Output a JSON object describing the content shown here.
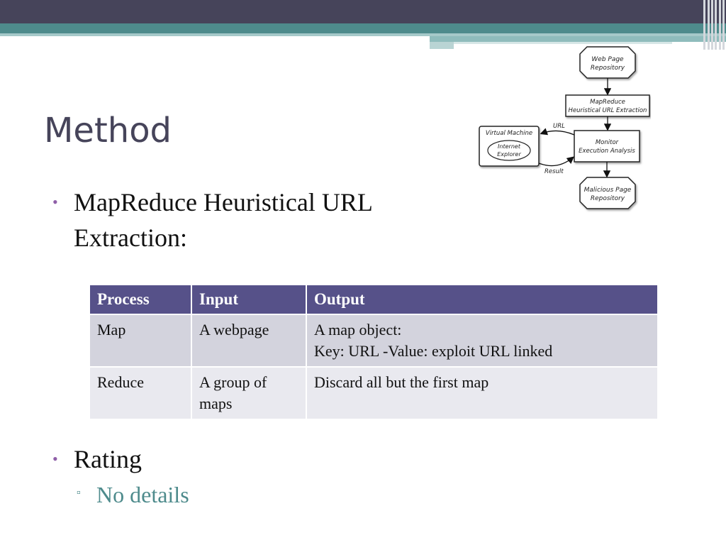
{
  "slide": {
    "title": "Method",
    "bullets": [
      {
        "text": "MapReduce Heuristical URL Extraction:"
      },
      {
        "text": "Rating",
        "sub": [
          "No details"
        ]
      }
    ]
  },
  "table": {
    "headers": [
      "Process",
      "Input",
      "Output"
    ],
    "rows": [
      {
        "process": "Map",
        "input": "A webpage",
        "output_line1": "A map object:",
        "output_line2": "Key: URL -Value: exploit URL linked"
      },
      {
        "process": "Reduce",
        "input": "A group of maps",
        "output_line1": "Discard all but the first map"
      }
    ]
  },
  "diagram": {
    "nodes": {
      "web_repo": {
        "line1": "Web Page",
        "line2": "Repository"
      },
      "mapreduce": {
        "line1": "MapReduce",
        "line2": "Heuristical URL Extraction"
      },
      "monitor": {
        "line1": "Monitor",
        "line2": "Execution Analysis"
      },
      "vm": {
        "label": "Virtual Machine",
        "inner_line1": "Internet",
        "inner_line2": "Explorer"
      },
      "malicious_repo": {
        "line1": "Malicious Page",
        "line2": "Repository"
      }
    },
    "edges": {
      "url": "URL",
      "result": "Result"
    }
  },
  "colors": {
    "title": "#46445a",
    "accent_teal": "#4e8b8c",
    "bullet_dot": "#8f5fa8",
    "table_header": "#565189",
    "table_row_a": "#d3d3dd",
    "table_row_b": "#e9e9ef"
  }
}
